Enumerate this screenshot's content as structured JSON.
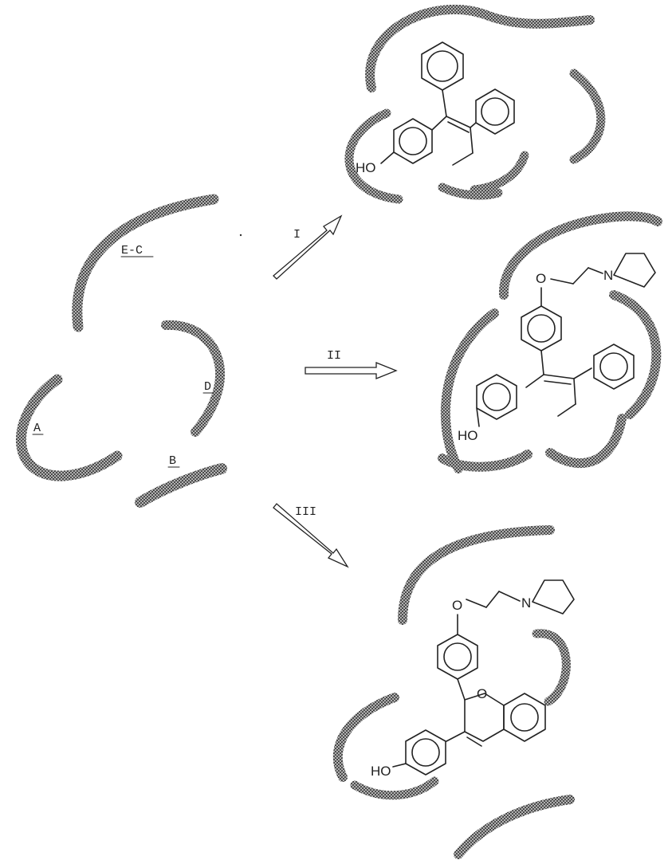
{
  "site_labels": {
    "ec": "E-C",
    "d": "D",
    "a": "A",
    "b": "B"
  },
  "arrows": {
    "one": "I",
    "two": "II",
    "three": "III"
  },
  "atoms": {
    "ho": "HO",
    "o": "O",
    "n": "N"
  },
  "colors": {
    "ink": "#222222",
    "background": "#ffffff"
  }
}
